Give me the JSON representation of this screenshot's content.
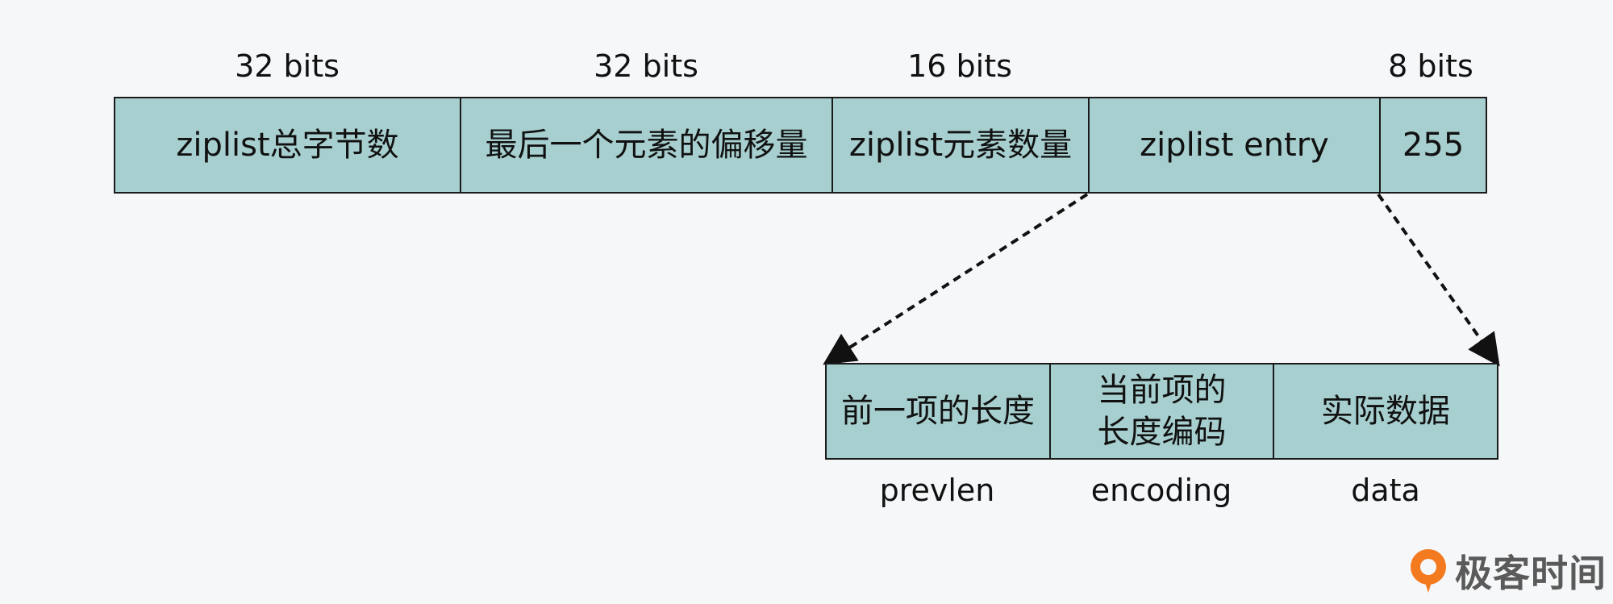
{
  "bits_labels": [
    "32 bits",
    "32 bits",
    "16 bits",
    "8 bits"
  ],
  "top_row": [
    "ziplist总字节数",
    "最后一个元素的偏移量",
    "ziplist元素数量",
    "ziplist entry",
    "255"
  ],
  "bottom_row": {
    "cell_0": "前一项的长度",
    "cell_1_line1": "当前项的",
    "cell_1_line2": "长度编码",
    "cell_2": "实际数据"
  },
  "field_names": [
    "prevlen",
    "encoding",
    "data"
  ],
  "logo": {
    "text": "极客时间",
    "icon": "geektime-logo-icon"
  },
  "colors": {
    "cell_fill": "#a8cfcf",
    "border": "#1a1a1a",
    "background": "#f5f7f9",
    "logo_orange": "#f47a20",
    "logo_text": "#5a5a5a"
  }
}
